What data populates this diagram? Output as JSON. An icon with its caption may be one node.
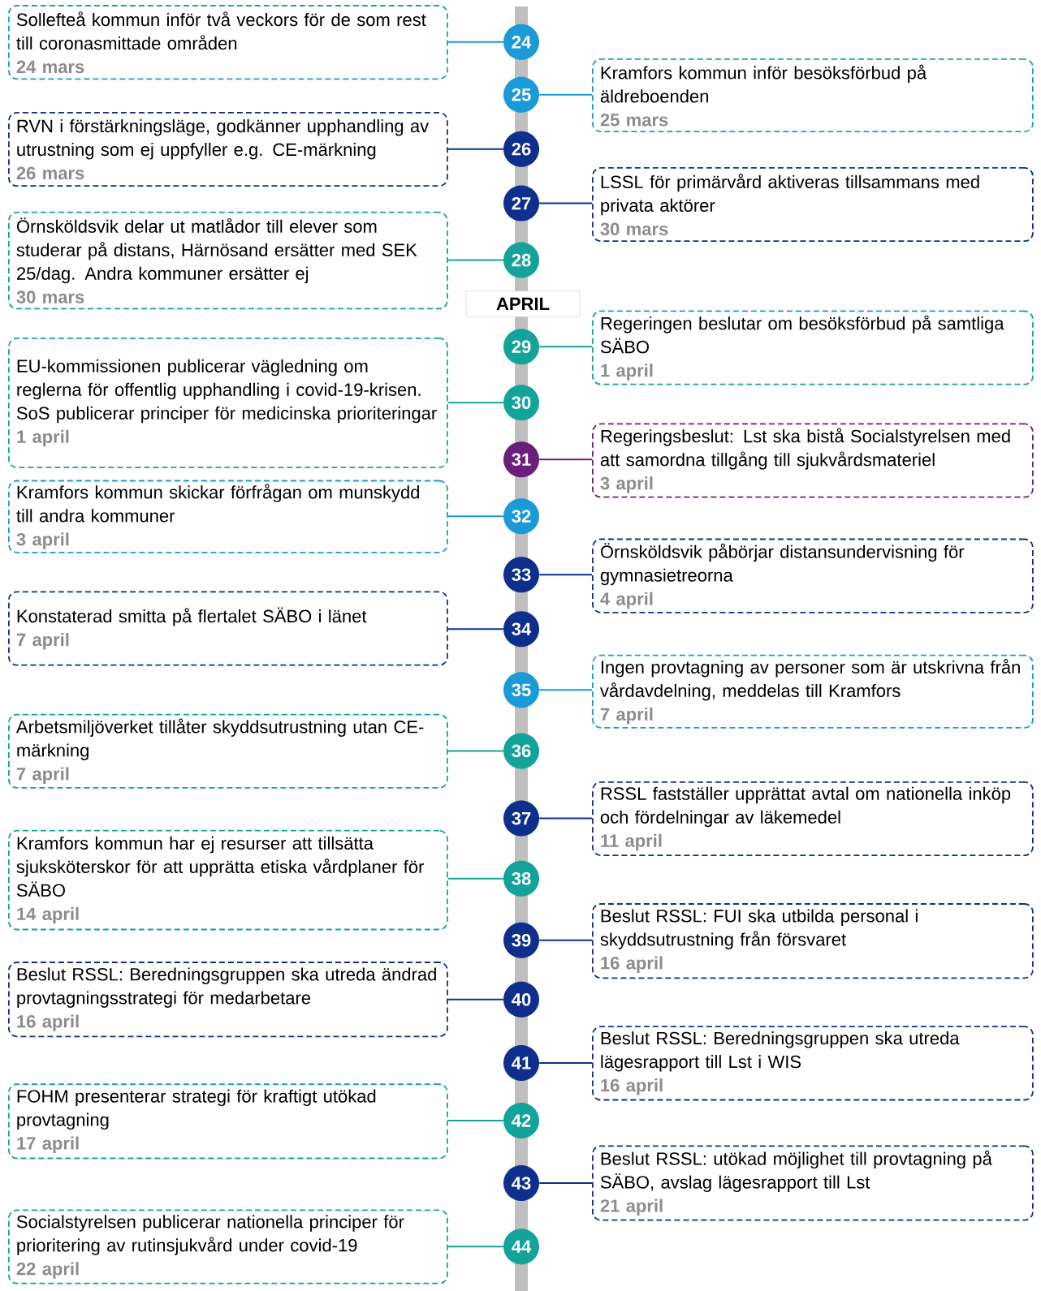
{
  "diagram": {
    "nodes": [
      {
        "text": [
          "Sollefteå kommun inför två veckors för de som rest till coronasmittade områden",
          "24 mars"
        ]
      },
      {
        "text": [
          "24"
        ]
      },
      {
        "text": [
          "Kramfors kommun inför besöksförbud på äldreboenden",
          "25 mars"
        ]
      },
      {
        "text": [
          "25"
        ]
      },
      {
        "text": [
          "RVN i förstärkningsläge, godkänner upphandling av utrustning som ej uppfyller e.g. CE-märkning",
          "26 mars"
        ]
      },
      {
        "text": [
          "26"
        ]
      },
      {
        "text": [
          "LSSL för primärvård aktiveras tillsammans med privata aktörer",
          "30 mars"
        ]
      },
      {
        "text": [
          "27"
        ]
      },
      {
        "text": [
          "Örnsköldsvik delar ut matlådor till elever som studerar på distans, Härnösand ersätter med SEK 25/dag. Andra kommuner ersätter ej",
          "30 mars"
        ]
      },
      {
        "text": [
          "28"
        ]
      },
      {
        "text": [
          "APRIL"
        ]
      },
      {
        "text": [
          "Regeringen beslutar om besöksförbud på samtliga SÄBO",
          "1 april"
        ]
      },
      {
        "text": [
          "29"
        ]
      },
      {
        "text": [
          "EU-kommissionen publicerar vägledning om reglerna för offentlig upphandling i covid-19-krisen. SoS publicerar principer för medicinska prioriteringar",
          "1 april"
        ]
      },
      {
        "text": [
          "30"
        ]
      },
      {
        "text": [
          "Regeringsbeslut: Lst ska bistå Socialstyrelsen med att samordna tillgång till sjukvårdsmateriel",
          "3 april"
        ]
      },
      {
        "text": [
          "31"
        ]
      },
      {
        "text": [
          "Kramfors kommun skickar förfrågan om munskydd till andra kommuner",
          "3 april"
        ]
      },
      {
        "text": [
          "32"
        ]
      },
      {
        "text": [
          "Örnsköldsvik påbörjar distansundervisning för gymnasietreorna",
          "4 april"
        ]
      },
      {
        "text": [
          "33"
        ]
      },
      {
        "text": [
          "Konstaterad smitta på flertalet SÄBO i länet",
          "7 april"
        ]
      },
      {
        "text": [
          "34"
        ]
      },
      {
        "text": [
          "Ingen provtagning av personer som är utskrivna från vårdavdelning, meddelas till Kramfors",
          "7 april"
        ]
      },
      {
        "text": [
          "35"
        ]
      },
      {
        "text": [
          "Arbetsmiljöverket tillåter skyddsutrustning utan CE-märkning",
          "7 april"
        ]
      },
      {
        "text": [
          "36"
        ]
      },
      {
        "text": [
          "RSSL fastställer upprättat avtal om nationella inköp och fördelningar av läkemedel",
          "11 april"
        ]
      },
      {
        "text": [
          "37"
        ]
      },
      {
        "text": [
          "Kramfors kommun har ej resurser att tillsätta sjuksköterskor för att upprätta etiska vårdplaner för SÄBO",
          "14 april"
        ]
      },
      {
        "text": [
          "38"
        ]
      },
      {
        "text": [
          "Beslut RSSL: FUI ska utbilda personal i skyddsutrustning från försvaret",
          "16 april"
        ]
      },
      {
        "text": [
          "39"
        ]
      },
      {
        "text": [
          "Beslut RSSL: Beredningsgruppen ska utreda ändrad provtagningsstrategi för medarbetare",
          "16 april"
        ]
      },
      {
        "text": [
          "40"
        ]
      },
      {
        "text": [
          "Beslut RSSL: Beredningsgruppen ska utreda lägesrapport till Lst i WIS",
          "16 april"
        ]
      },
      {
        "text": [
          "41"
        ]
      },
      {
        "text": [
          "FOHM presenterar strategi för kraftigt utökad provtagning",
          "17 april"
        ]
      },
      {
        "text": [
          "42"
        ]
      },
      {
        "text": [
          "Beslut RSSL: utökad möjlighet till provtagning på SÄBO, avslag lägesrapport till Lst",
          "21 april"
        ]
      },
      {
        "text": [
          "43"
        ]
      },
      {
        "text": [
          "Socialstyrelsen publicerar nationella principer för prioritering av rutinsjukvård under covid-19",
          "22 april"
        ]
      },
      {
        "text": [
          "44"
        ]
      }
    ],
    "edges": [
      {
        "from": 1,
        "to": 0,
        "arrow": "none",
        "color": "#1a9ad6"
      },
      {
        "from": 3,
        "to": 2,
        "arrow": "none",
        "color": "#1a9ad6"
      },
      {
        "from": 5,
        "to": 4,
        "arrow": "none",
        "color": "#0f2f8c"
      },
      {
        "from": 7,
        "to": 6,
        "arrow": "none",
        "color": "#0f2f8c"
      },
      {
        "from": 9,
        "to": 8,
        "arrow": "none",
        "color": "#14a39a"
      },
      {
        "from": 12,
        "to": 11,
        "arrow": "none",
        "color": "#14a39a"
      },
      {
        "from": 14,
        "to": 13,
        "arrow": "none",
        "color": "#14a39a"
      },
      {
        "from": 16,
        "to": 15,
        "arrow": "none",
        "color": "#6b1f7c"
      },
      {
        "from": 18,
        "to": 17,
        "arrow": "none",
        "color": "#1a9ad6"
      },
      {
        "from": 20,
        "to": 19,
        "arrow": "none",
        "color": "#0f2f8c"
      },
      {
        "from": 22,
        "to": 21,
        "arrow": "none",
        "color": "#0f2f8c"
      },
      {
        "from": 24,
        "to": 23,
        "arrow": "none",
        "color": "#1a9ad6"
      },
      {
        "from": 26,
        "to": 25,
        "arrow": "none",
        "color": "#14a39a"
      },
      {
        "from": 28,
        "to": 27,
        "arrow": "none",
        "color": "#0f2f8c"
      },
      {
        "from": 30,
        "to": 29,
        "arrow": "none",
        "color": "#14a39a"
      },
      {
        "from": 32,
        "to": 31,
        "arrow": "none",
        "color": "#0f2f8c"
      },
      {
        "from": 34,
        "to": 33,
        "arrow": "none",
        "color": "#0f2f8c"
      },
      {
        "from": 36,
        "to": 35,
        "arrow": "none",
        "color": "#0f2f8c"
      },
      {
        "from": 38,
        "to": 37,
        "arrow": "none",
        "color": "#14a39a"
      },
      {
        "from": 40,
        "to": 39,
        "arrow": "none",
        "color": "#0f2f8c"
      },
      {
        "from": 42,
        "to": 41,
        "arrow": "none",
        "color": "#14a39a"
      }
    ]
  }
}
